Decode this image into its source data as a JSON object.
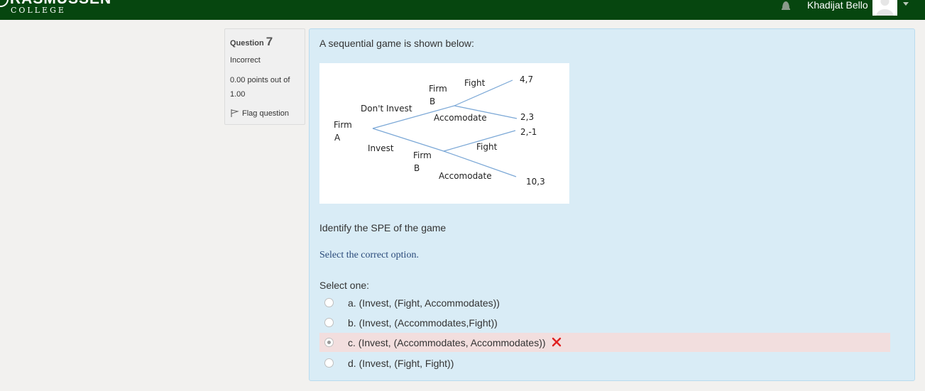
{
  "header": {
    "brand_name": "RASMUSSEN",
    "brand_sub": "COLLEGE",
    "user_name": "Khadijat Bello",
    "icons": [
      "bell-icon",
      "avatar",
      "chevron-down-icon"
    ]
  },
  "question_info": {
    "label": "Question",
    "number": "7",
    "state": "Incorrect",
    "grade": "0.00 points out of 1.00",
    "flag_label": "Flag question"
  },
  "question": {
    "text": "A sequential game is shown below:",
    "prompt": "Identify the SPE of the game",
    "hint": "Select the correct option.",
    "select_label": "Select one:"
  },
  "diagram": {
    "firm_a": [
      "Firm",
      "A"
    ],
    "firm_b_top": [
      "Firm",
      "B"
    ],
    "firm_b_bottom": [
      "Firm",
      "B"
    ],
    "dont_invest": "Don't Invest",
    "invest": "Invest",
    "fight_top": "Fight",
    "accomodate_top": "Accomodate",
    "fight_bottom": "Fight",
    "accomodate_bottom": "Accomodate",
    "payoff_1": "4,7",
    "payoff_2": "2,3",
    "payoff_3": "2,-1",
    "payoff_4": "10,3"
  },
  "options": [
    {
      "label": "a. (Invest, (Fight, Accommodates))",
      "selected": false,
      "status": "none"
    },
    {
      "label": "b. (Invest, (Accommodates,Fight))",
      "selected": false,
      "status": "none"
    },
    {
      "label": "c. (Invest, (Accommodates, Accommodates))",
      "selected": true,
      "status": "incorrect"
    },
    {
      "label": "d. (Invest, (Fight, Fight))",
      "selected": false,
      "status": "none"
    }
  ],
  "colors": {
    "header_bg": "#06460f",
    "content_bg": "#d9ecf6",
    "incorrect_bg": "#f2dede",
    "incorrect_mark": "#e02020",
    "tree_line": "#7aa7d6"
  }
}
